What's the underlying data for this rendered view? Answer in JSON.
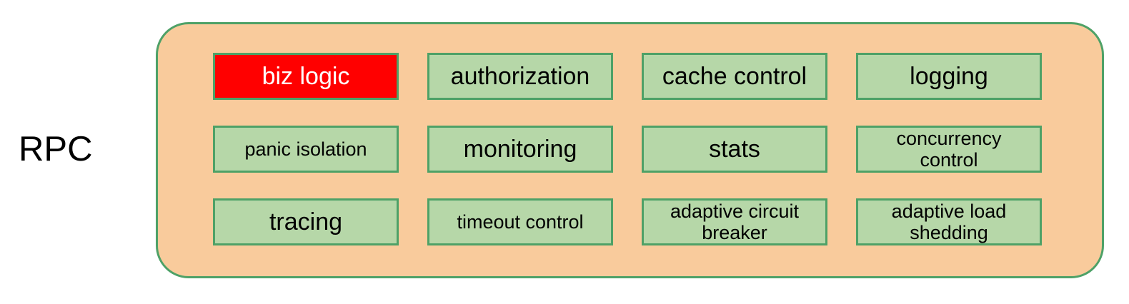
{
  "diagram": {
    "label": "RPC",
    "cells": [
      {
        "label": "biz logic",
        "highlight": true
      },
      {
        "label": "authorization"
      },
      {
        "label": "cache control"
      },
      {
        "label": "logging"
      },
      {
        "label": "panic isolation"
      },
      {
        "label": "monitoring"
      },
      {
        "label": "stats"
      },
      {
        "label": "concurrency\ncontrol"
      },
      {
        "label": "tracing"
      },
      {
        "label": "timeout control"
      },
      {
        "label": "adaptive circuit\nbreaker"
      },
      {
        "label": "adaptive load\nshedding"
      }
    ],
    "colors": {
      "container_fill": "#f9cb9c",
      "box_fill": "#b6d7a8",
      "border_green": "#4ea167",
      "highlight_fill": "#ff0000",
      "highlight_text": "#ffffff",
      "text": "#000000",
      "background": "#ffffff"
    }
  }
}
